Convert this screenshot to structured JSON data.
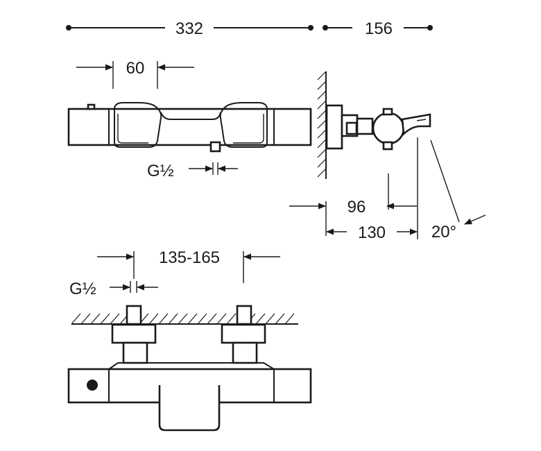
{
  "dimensions": {
    "overall_width": "332",
    "projection": "156",
    "handle_spacing": "60",
    "outlet_thread_top": "G½",
    "spout_96": "96",
    "spout_130": "130",
    "spout_angle": "20°",
    "inlet_centres": "135-165",
    "inlet_thread": "G½"
  },
  "colors": {
    "line": "#1a1a1a",
    "background": "#ffffff"
  }
}
